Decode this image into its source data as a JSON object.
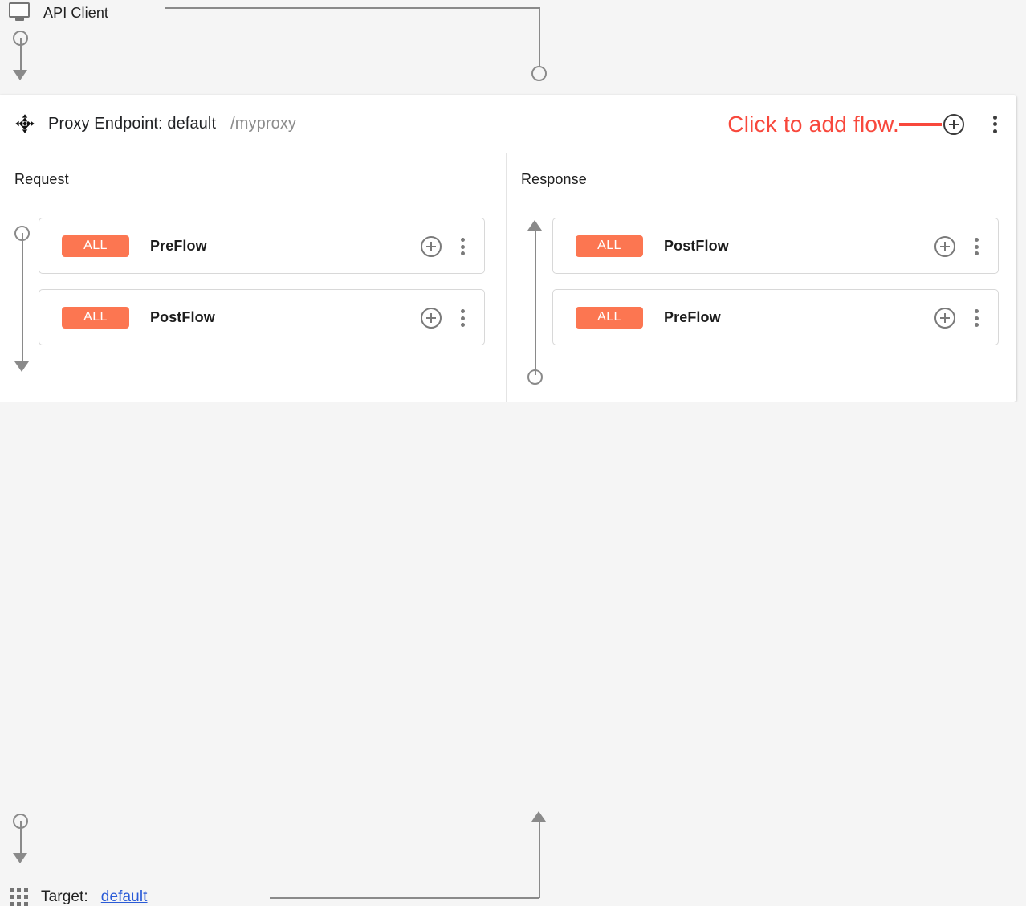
{
  "client": {
    "label": "API Client",
    "icon": "monitor-icon"
  },
  "proxy": {
    "drag_icon": "move-icon",
    "title": "Proxy Endpoint: default",
    "path": "/myproxy",
    "annotation": "Click to add flow.",
    "annotation_color": "#f8483c",
    "add_flow_icon": "plus-circle-icon",
    "menu_icon": "kebab-menu-icon"
  },
  "request": {
    "title": "Request",
    "flows": [
      {
        "badge": "ALL",
        "name": "PreFlow",
        "add_icon": "plus-circle-icon",
        "menu_icon": "kebab-menu-icon"
      },
      {
        "badge": "ALL",
        "name": "PostFlow",
        "add_icon": "plus-circle-icon",
        "menu_icon": "kebab-menu-icon"
      }
    ]
  },
  "response": {
    "title": "Response",
    "flows": [
      {
        "badge": "ALL",
        "name": "PostFlow",
        "add_icon": "plus-circle-icon",
        "menu_icon": "kebab-menu-icon"
      },
      {
        "badge": "ALL",
        "name": "PreFlow",
        "add_icon": "plus-circle-icon",
        "menu_icon": "kebab-menu-icon"
      }
    ]
  },
  "target": {
    "icon": "grid-icon",
    "label": "Target:",
    "link": "default"
  },
  "colors": {
    "badge": "#fc7651",
    "annotation": "#f8483c",
    "link": "#2a5bd7",
    "connector": "#8a8a8a",
    "background": "#f5f5f5",
    "panel": "#ffffff"
  }
}
